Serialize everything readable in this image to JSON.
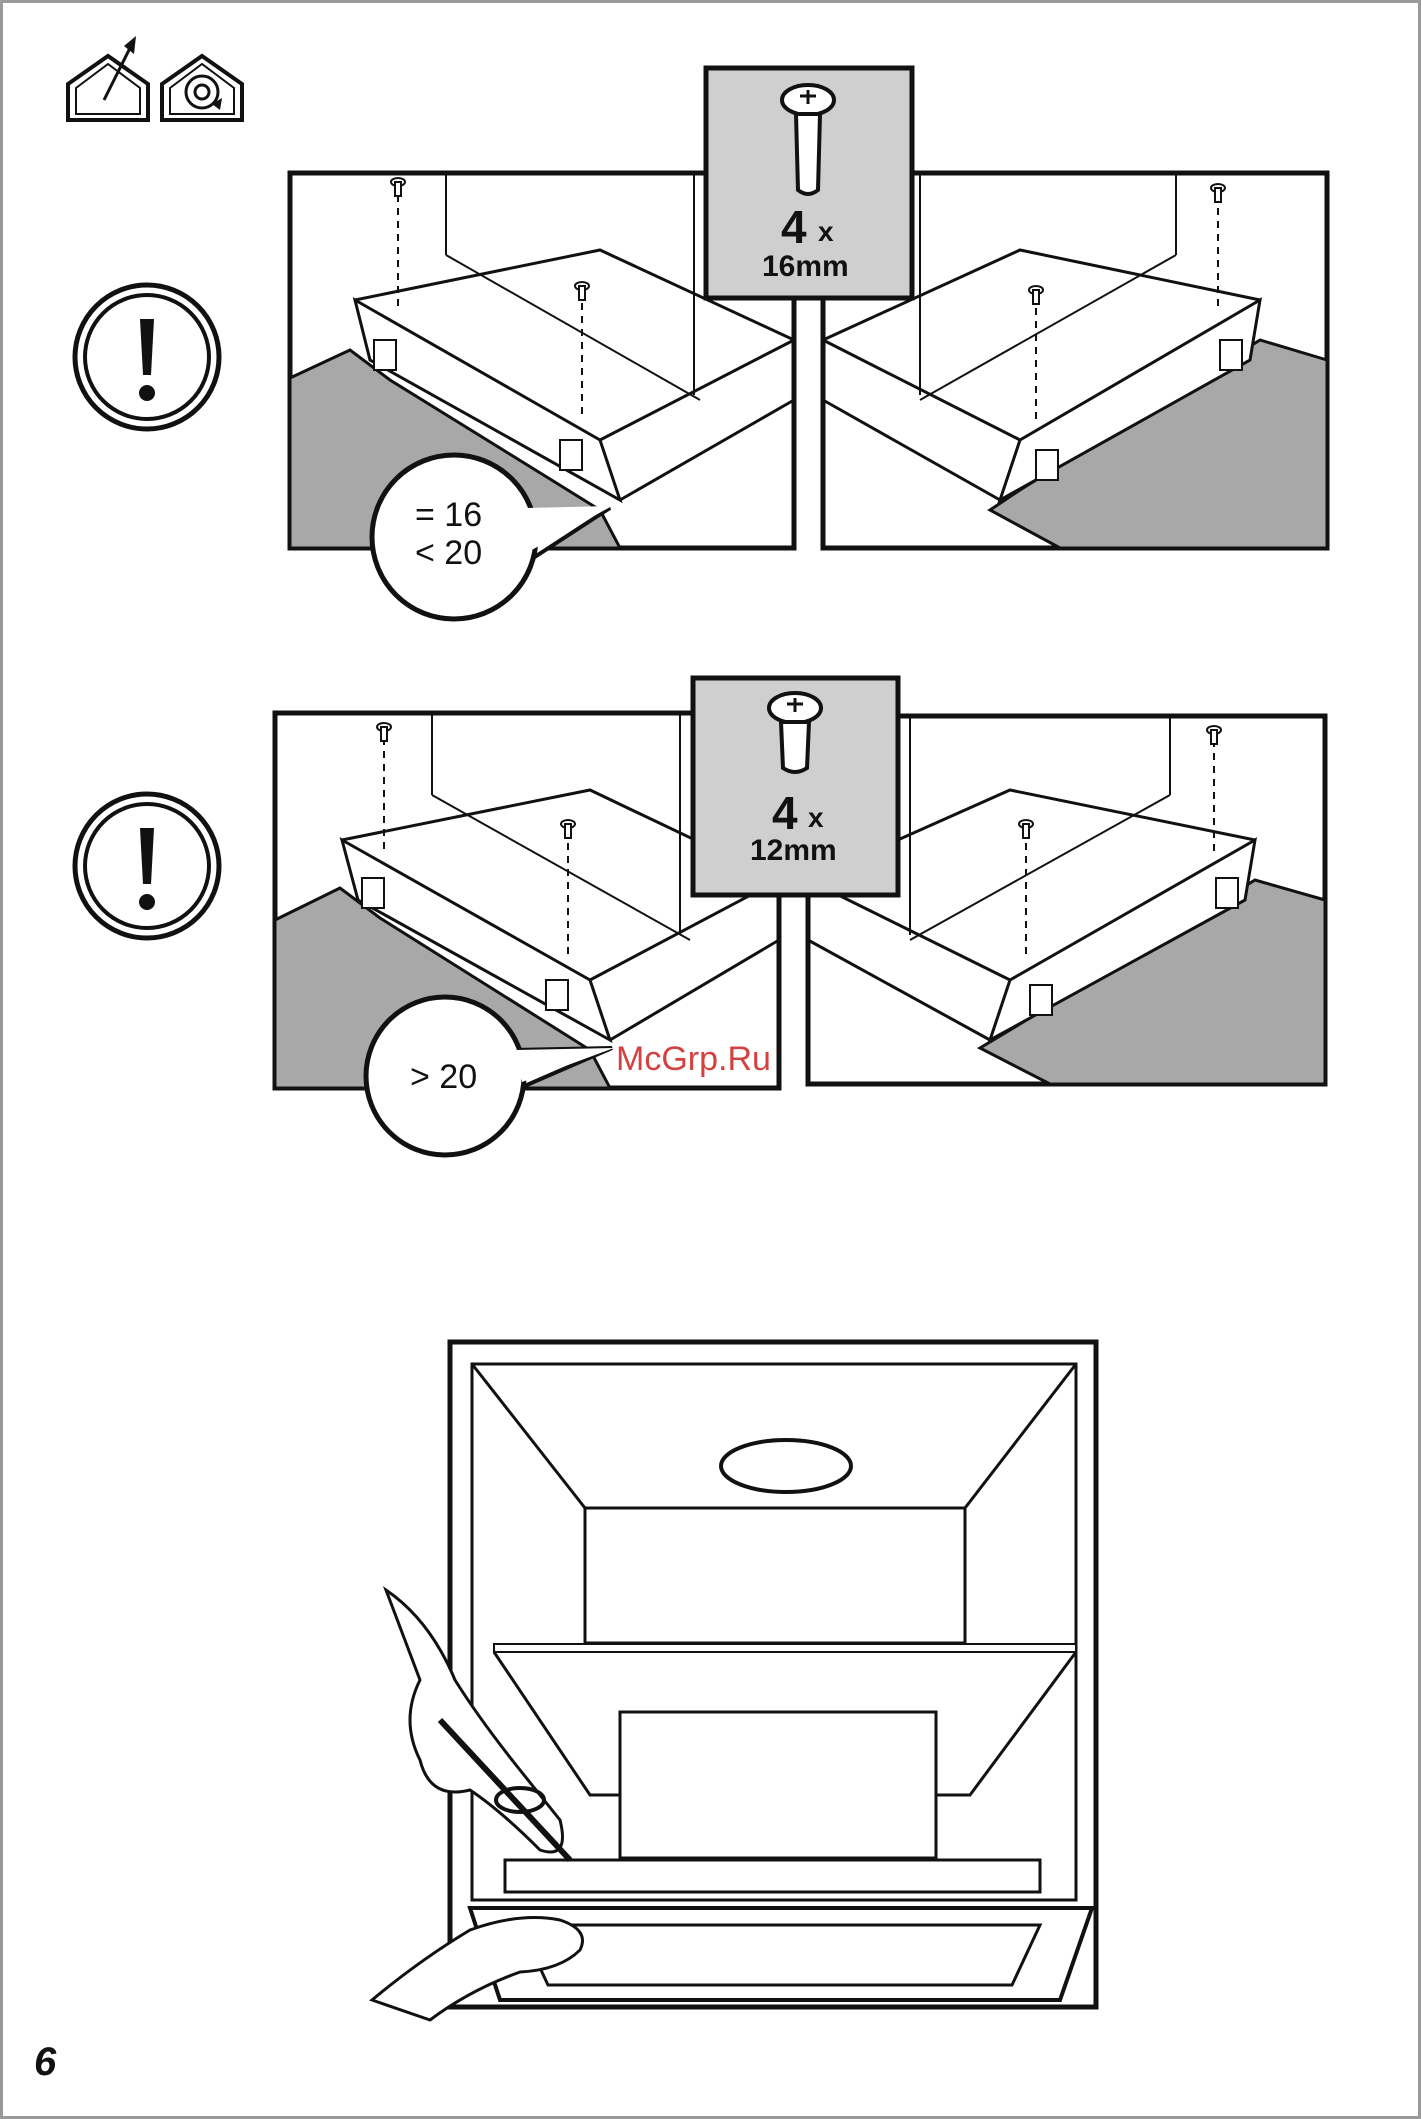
{
  "step1": {
    "screw_count": "4",
    "screw_multiplier": "x",
    "screw_length": "16mm",
    "bubble_line1": "= 16",
    "bubble_line2": "< 20"
  },
  "step2": {
    "screw_count": "4",
    "screw_multiplier": "x",
    "screw_length": "12mm",
    "bubble_line1": "> 20"
  },
  "watermark": "McGrp.Ru",
  "page_number": "6",
  "icons": [
    "house-exhaust-icon",
    "house-recirculation-icon",
    "warning-icon",
    "screw-icon"
  ],
  "colors": {
    "line": "#111111",
    "fill_gray": "#a8a8a8",
    "panel_gray": "#cfcfcf",
    "watermark": "#cc2020"
  }
}
